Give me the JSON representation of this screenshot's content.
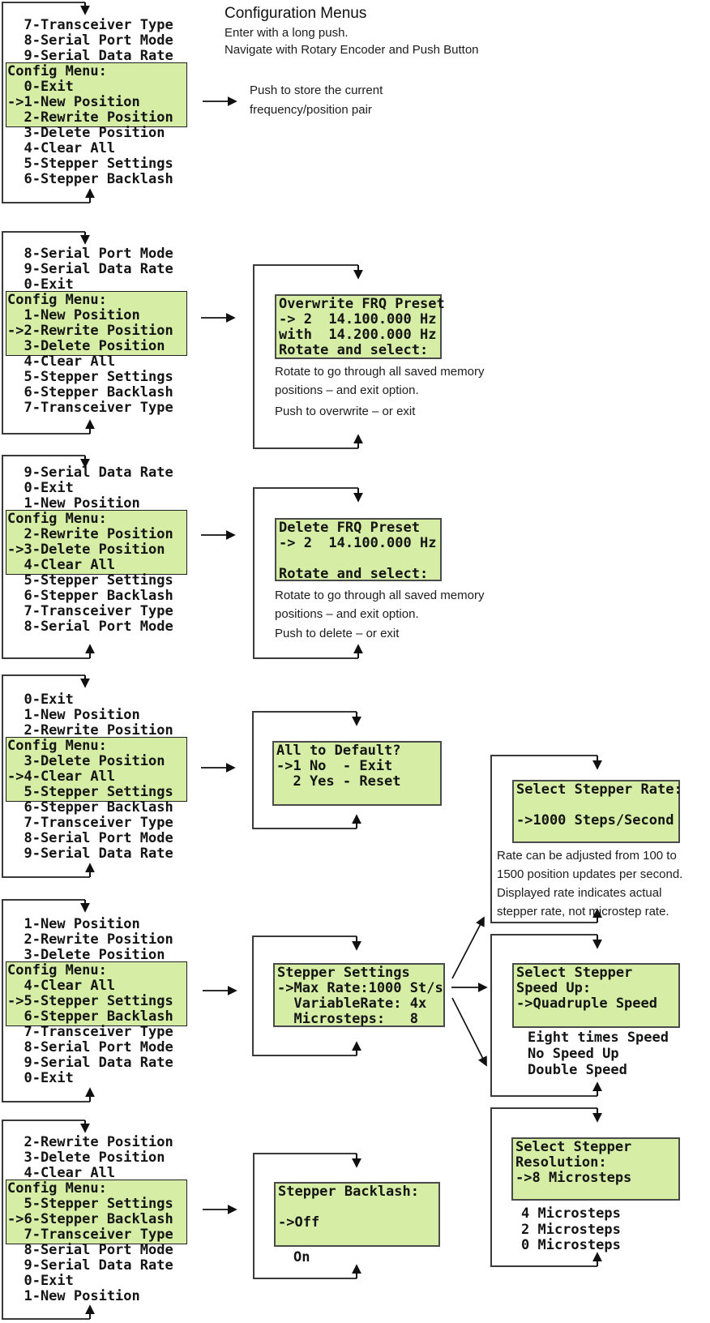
{
  "header": {
    "title": "Configuration Menus",
    "subtitle1": "Enter with a long push.",
    "subtitle2": "Navigate with Rotary Encoder and Push Button"
  },
  "store_note": {
    "line1": "Push to store the current",
    "line2": "frequency/position pair"
  },
  "menus": [
    {
      "above": [
        "  7-Transceiver Type",
        "  8-Serial Port Mode",
        "  9-Serial Data Rate"
      ],
      "lcd": [
        "Config Menu:",
        "  0-Exit",
        "->1-New Position",
        "  2-Rewrite Position"
      ],
      "below": [
        "  3-Delete Position",
        "  4-Clear All",
        "  5-Stepper Settings",
        "  6-Stepper Backlash"
      ]
    },
    {
      "above": [
        "  8-Serial Port Mode",
        "  9-Serial Data Rate",
        "  0-Exit"
      ],
      "lcd": [
        "Config Menu:",
        "  1-New Position",
        "->2-Rewrite Position",
        "  3-Delete Position"
      ],
      "below": [
        "  4-Clear All",
        "  5-Stepper Settings",
        "  6-Stepper Backlash",
        "  7-Transceiver Type"
      ]
    },
    {
      "above": [
        "  9-Serial Data Rate",
        "  0-Exit",
        "  1-New Position"
      ],
      "lcd": [
        "Config Menu:",
        "  2-Rewrite Position",
        "->3-Delete Position",
        "  4-Clear All"
      ],
      "below": [
        "  5-Stepper Settings",
        "  6-Stepper Backlash",
        "  7-Transceiver Type",
        "  8-Serial Port Mode"
      ]
    },
    {
      "above": [
        "  0-Exit",
        "  1-New Position",
        "  2-Rewrite Position"
      ],
      "lcd": [
        "Config Menu:",
        "  3-Delete Position",
        "->4-Clear All",
        "  5-Stepper Settings"
      ],
      "below": [
        "  6-Stepper Backlash",
        "  7-Transceiver Type",
        "  8-Serial Port Mode",
        "  9-Serial Data Rate"
      ]
    },
    {
      "above": [
        "  1-New Position",
        "  2-Rewrite Position",
        "  3-Delete Position"
      ],
      "lcd": [
        "Config Menu:",
        "  4-Clear All",
        "->5-Stepper Settings",
        "  6-Stepper Backlash"
      ],
      "below": [
        "  7-Transceiver Type",
        "  8-Serial Port Mode",
        "  9-Serial Data Rate",
        "  0-Exit"
      ]
    },
    {
      "above": [
        "  2-Rewrite Position",
        "  3-Delete Position",
        "  4-Clear All"
      ],
      "lcd": [
        "Config Menu:",
        "  5-Stepper Settings",
        "->6-Stepper Backlash",
        "  7-Transceiver Type"
      ],
      "below": [
        "  8-Serial Port Mode",
        "  9-Serial Data Rate",
        "  0-Exit",
        "  1-New Position"
      ]
    }
  ],
  "panels": {
    "overwrite": {
      "lcd": [
        "Overwrite FRQ Preset",
        "-> 2  14.100.000 Hz",
        "with  14.200.000 Hz",
        "Rotate and select:"
      ],
      "caption": [
        "Rotate to go through all saved memory",
        "positions – and exit option.",
        "Push to overwrite – or exit"
      ]
    },
    "delete": {
      "lcd": [
        "Delete FRQ Preset",
        "-> 2  14.100.000 Hz",
        "",
        "Rotate and select:"
      ],
      "caption": [
        "Rotate to go through all saved memory",
        "positions – and exit option.",
        "Push to delete – or exit"
      ]
    },
    "all_default": {
      "lcd": [
        "All to Default?",
        "->1 No  - Exit",
        "  2 Yes - Reset",
        ""
      ]
    },
    "rate": {
      "lcd": [
        "Select Stepper Rate:",
        "",
        "->1000 Steps/Second",
        ""
      ],
      "caption": [
        "Rate can be adjusted from 100 to",
        "1500 position updates per second.",
        "Displayed rate indicates actual",
        "stepper rate, not microstep rate."
      ]
    },
    "settings": {
      "lcd": [
        "Stepper Settings",
        "->Max Rate:1000 St/s",
        "  VariableRate: 4x",
        "  Microsteps:   8"
      ]
    },
    "speed_up": {
      "lcd": [
        "Select Stepper",
        "Speed Up:",
        "->Quadruple Speed",
        ""
      ],
      "options": [
        "Eight times Speed",
        "No Speed Up",
        "Double Speed"
      ]
    },
    "resolution": {
      "lcd": [
        "Select Stepper",
        "Resolution:",
        "->8 Microsteps",
        ""
      ],
      "options": [
        "4 Microsteps",
        "2 Microsteps",
        "0 Microsteps"
      ]
    },
    "backlash": {
      "lcd": [
        "Stepper Backlash:",
        "",
        "->Off",
        ""
      ],
      "options": [
        "On"
      ]
    }
  },
  "colors": {
    "lcd_green": "#d6eda5",
    "line": "#3a3a3a",
    "arrow": "#101010"
  }
}
